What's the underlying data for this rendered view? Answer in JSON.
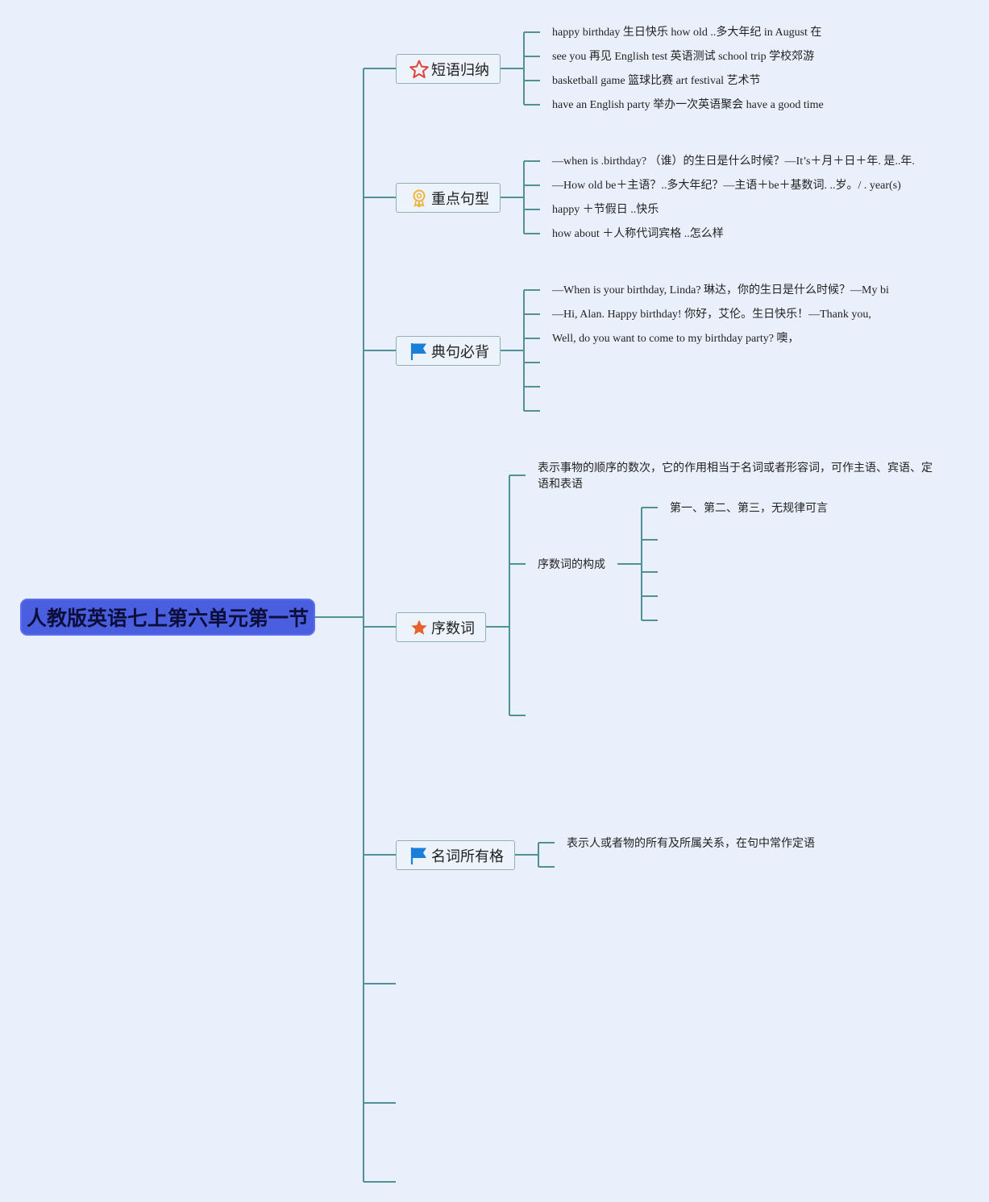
{
  "root": {
    "title": "人教版英语七上第六单元第一节"
  },
  "topics": [
    {
      "label": "短语归纳",
      "icon": "star-outline-icon",
      "color": "#e0413a",
      "items": [
        "happy birthday 生日快乐 how old ..多大年纪 in August 在",
        "see you 再见 English test 英语测试 school trip 学校郊游",
        "basketball game 篮球比赛 art festival 艺术节",
        "have an English party 举办一次英语聚会 have a good time"
      ]
    },
    {
      "label": "重点句型",
      "icon": "medal-icon",
      "color": "#f0b43c",
      "items": [
        "—when is .birthday? （谁）的生日是什么时候？—It’s＋月＋日＋年. 是..年.",
        "—How old be＋主语？..多大年纪？—主语＋be＋基数词. ..岁。/ . year(s)",
        "happy ＋节假日 ..快乐",
        "how about ＋人称代词宾格 ..怎么样"
      ]
    },
    {
      "label": "典句必背",
      "icon": "flag-icon",
      "color": "#1a7fd8",
      "items": [
        "—When is your birthday, Linda? 琳达，你的生日是什么时候？—My bi",
        "—Hi, Alan. Happy birthday! 你好，艾伦。生日快乐！—Thank you,",
        "Well, do you want to come to my birthday party? 噢，"
      ]
    },
    {
      "label": "序数词",
      "icon": "star-filled-icon",
      "color": "#e8602c",
      "definition": "表示事物的顺序的数次，它的作用相当于名词或者形容词，可作主语、宾语、定语和表语",
      "sub": {
        "label": "序数词的构成",
        "items": [
          "第一、第二、第三，无规律可言"
        ]
      }
    },
    {
      "label": "名词所有格",
      "icon": "flag-icon",
      "color": "#1a7fd8",
      "items": [
        "表示人或者物的所有及所属关系，在句中常作定语"
      ]
    }
  ]
}
